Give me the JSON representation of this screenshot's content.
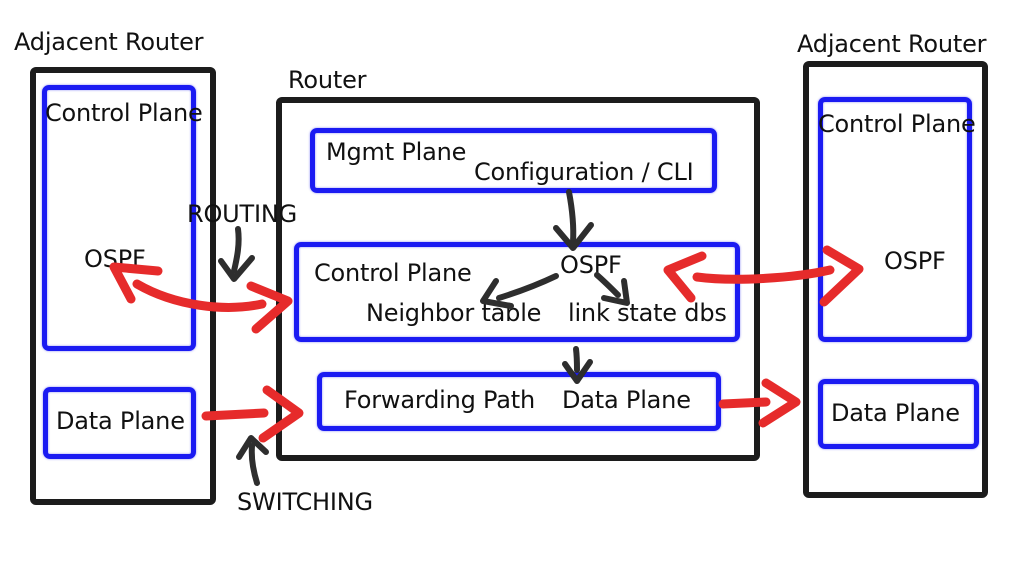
{
  "colors": {
    "background": "#ffffff",
    "router_border": "#1c1c1c",
    "plane_border": "#1b1bf2",
    "red_arrow": "#e62b2b",
    "black_arrow": "#2e2e2e",
    "text": "#111111"
  },
  "left_router": {
    "title": "Adjacent Router",
    "control_plane_label": "Control Plane",
    "ospf_label": "OSPF",
    "data_plane_label": "Data Plane"
  },
  "center_router": {
    "title": "Router",
    "mgmt_plane_label": "Mgmt Plane",
    "configuration_label": "Configuration / CLI",
    "control_plane_label": "Control Plane",
    "ospf_label": "OSPF",
    "neighbor_table_label": "Neighbor table",
    "link_state_dbs_label": "link state dbs",
    "forwarding_path_label": "Forwarding Path",
    "data_plane_label": "Data Plane"
  },
  "right_router": {
    "title": "Adjacent Router",
    "control_plane_label": "Control Plane",
    "ospf_label": "OSPF",
    "data_plane_label": "Data Plane"
  },
  "annotations": {
    "routing_label": "ROUTING",
    "switching_label": "SWITCHING"
  }
}
